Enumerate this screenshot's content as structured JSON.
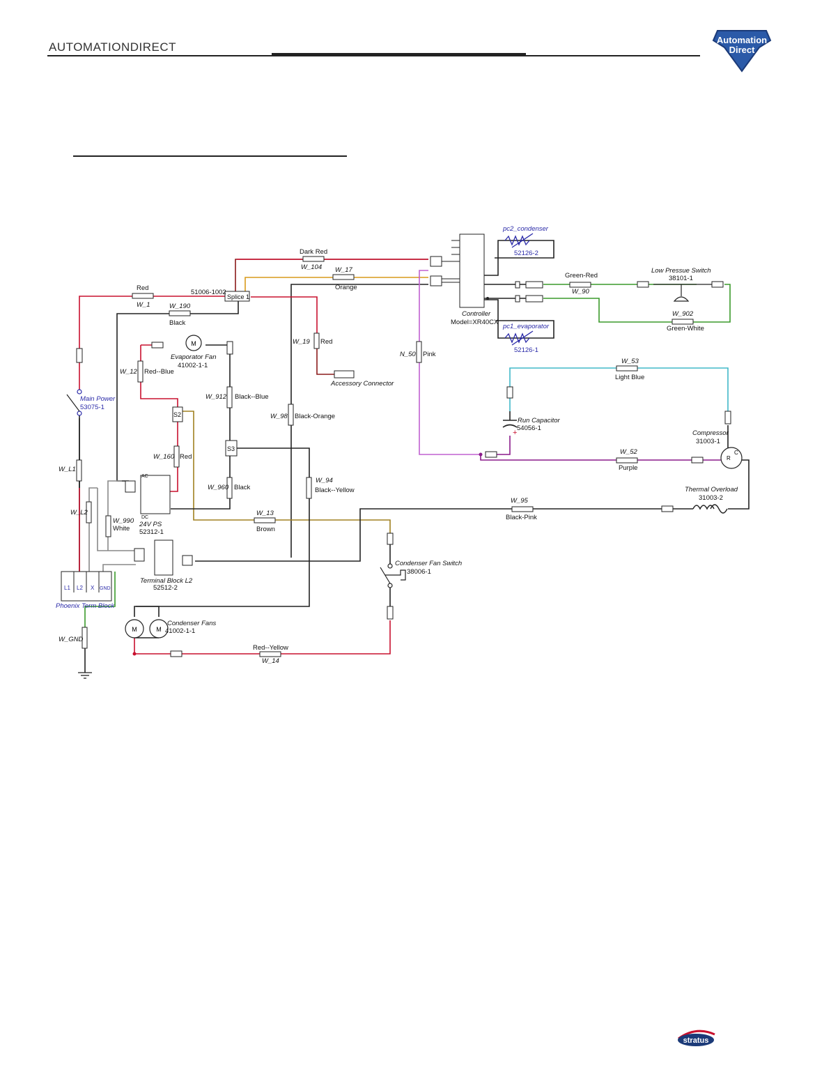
{
  "header": {
    "brand_text": "AUTOMATIONDIRECT",
    "logo_text_line1": "Automation",
    "logo_text_line2": "Direct",
    "footer_logo_text": "stratus"
  },
  "diagram": {
    "labels": {
      "dark_red": "Dark Red",
      "w_104": "W_104",
      "w_17": "W_17",
      "orange": "Orange",
      "red_top": "Red",
      "w_1": "W_1",
      "splice_part": "51006-1002",
      "splice_1": "Splice 1",
      "w_190": "W_190",
      "black_190": "Black",
      "w_19": "W_19",
      "red_19": "Red",
      "accessory_connector": "Accessory Connector",
      "evaporator_fan": "Evaporator Fan",
      "evaporator_fan_part": "41002-1-1",
      "w_12": "W_12",
      "red_blue": "Red--Blue",
      "w_912": "W_912",
      "black_blue": "Black--Blue",
      "w_98": "W_98",
      "black_orange": "Black-Orange",
      "n_50": "N_50",
      "pink": "Pink",
      "main_power": "Main Power",
      "main_power_part": "53075-1",
      "s2": "S2",
      "s3": "S3",
      "w_160": "W_160",
      "red_160": "Red",
      "w_960": "W_960",
      "black_960": "Black",
      "w_94": "W_94",
      "black_yellow": "Black--Yellow",
      "w_l1": "W_L1",
      "w_l2": "W_L2",
      "w_990": "W_990",
      "white_990": "White",
      "ps_ac": "AC",
      "ps_dc": "DC",
      "ps_24v": "24V PS",
      "ps_part": "52312-1",
      "w_13": "W_13",
      "brown": "Brown",
      "terminal_block_l2": "Terminal Block L2",
      "terminal_block_part": "52512-2",
      "phoenix_block": "Phoenix Term Block",
      "tb_l1": "L1",
      "tb_l2": "L2",
      "tb_x": "X",
      "tb_gnd": "GND",
      "condenser_fans": "Condenser Fans",
      "condenser_fans_part": "41002-1-1",
      "w_gnd": "W_GND",
      "red_yellow": "Red--Yellow",
      "w_14": "W_14",
      "controller": "Controller",
      "controller_model": "Model=XR40CX",
      "pc2_condenser": "pc2_condenser",
      "pc2_part": "52126-2",
      "pc1_evaporator": "pc1_evaporator",
      "pc1_part": "52126-1",
      "green_red": "Green-Red",
      "w_90": "W_90",
      "low_pressure_switch": "Low Pressue Switch",
      "lps_part": "38101-1",
      "w_902": "W_902",
      "green_white": "Green-White",
      "w_53": "W_53",
      "light_blue": "Light Blue",
      "run_capacitor": "Run Capacitor",
      "run_capacitor_part": "54056-1",
      "compressor": "Compressor",
      "compressor_part": "31003-1",
      "w_52": "W_52",
      "purple": "Purple",
      "thermal_overload": "Thermal Overload",
      "thermal_overload_part": "31003-2",
      "w_95": "W_95",
      "black_pink": "Black-Pink",
      "condenser_fan_switch": "Condenser Fan Switch",
      "condenser_fan_switch_part": "38006-1",
      "motor_m": "M",
      "comp_r": "R",
      "comp_c": "C"
    },
    "colors": {
      "red": "#c8102e",
      "dark_red": "#8b1a1a",
      "black": "#222222",
      "orange": "#d89a1a",
      "pink": "#c060d0",
      "purple": "#8a1a8a",
      "green": "#3a9a2a",
      "light_blue": "#40b8c8",
      "brown": "#a08020",
      "gray": "#888888",
      "blue_text": "#2a2aa8"
    }
  }
}
